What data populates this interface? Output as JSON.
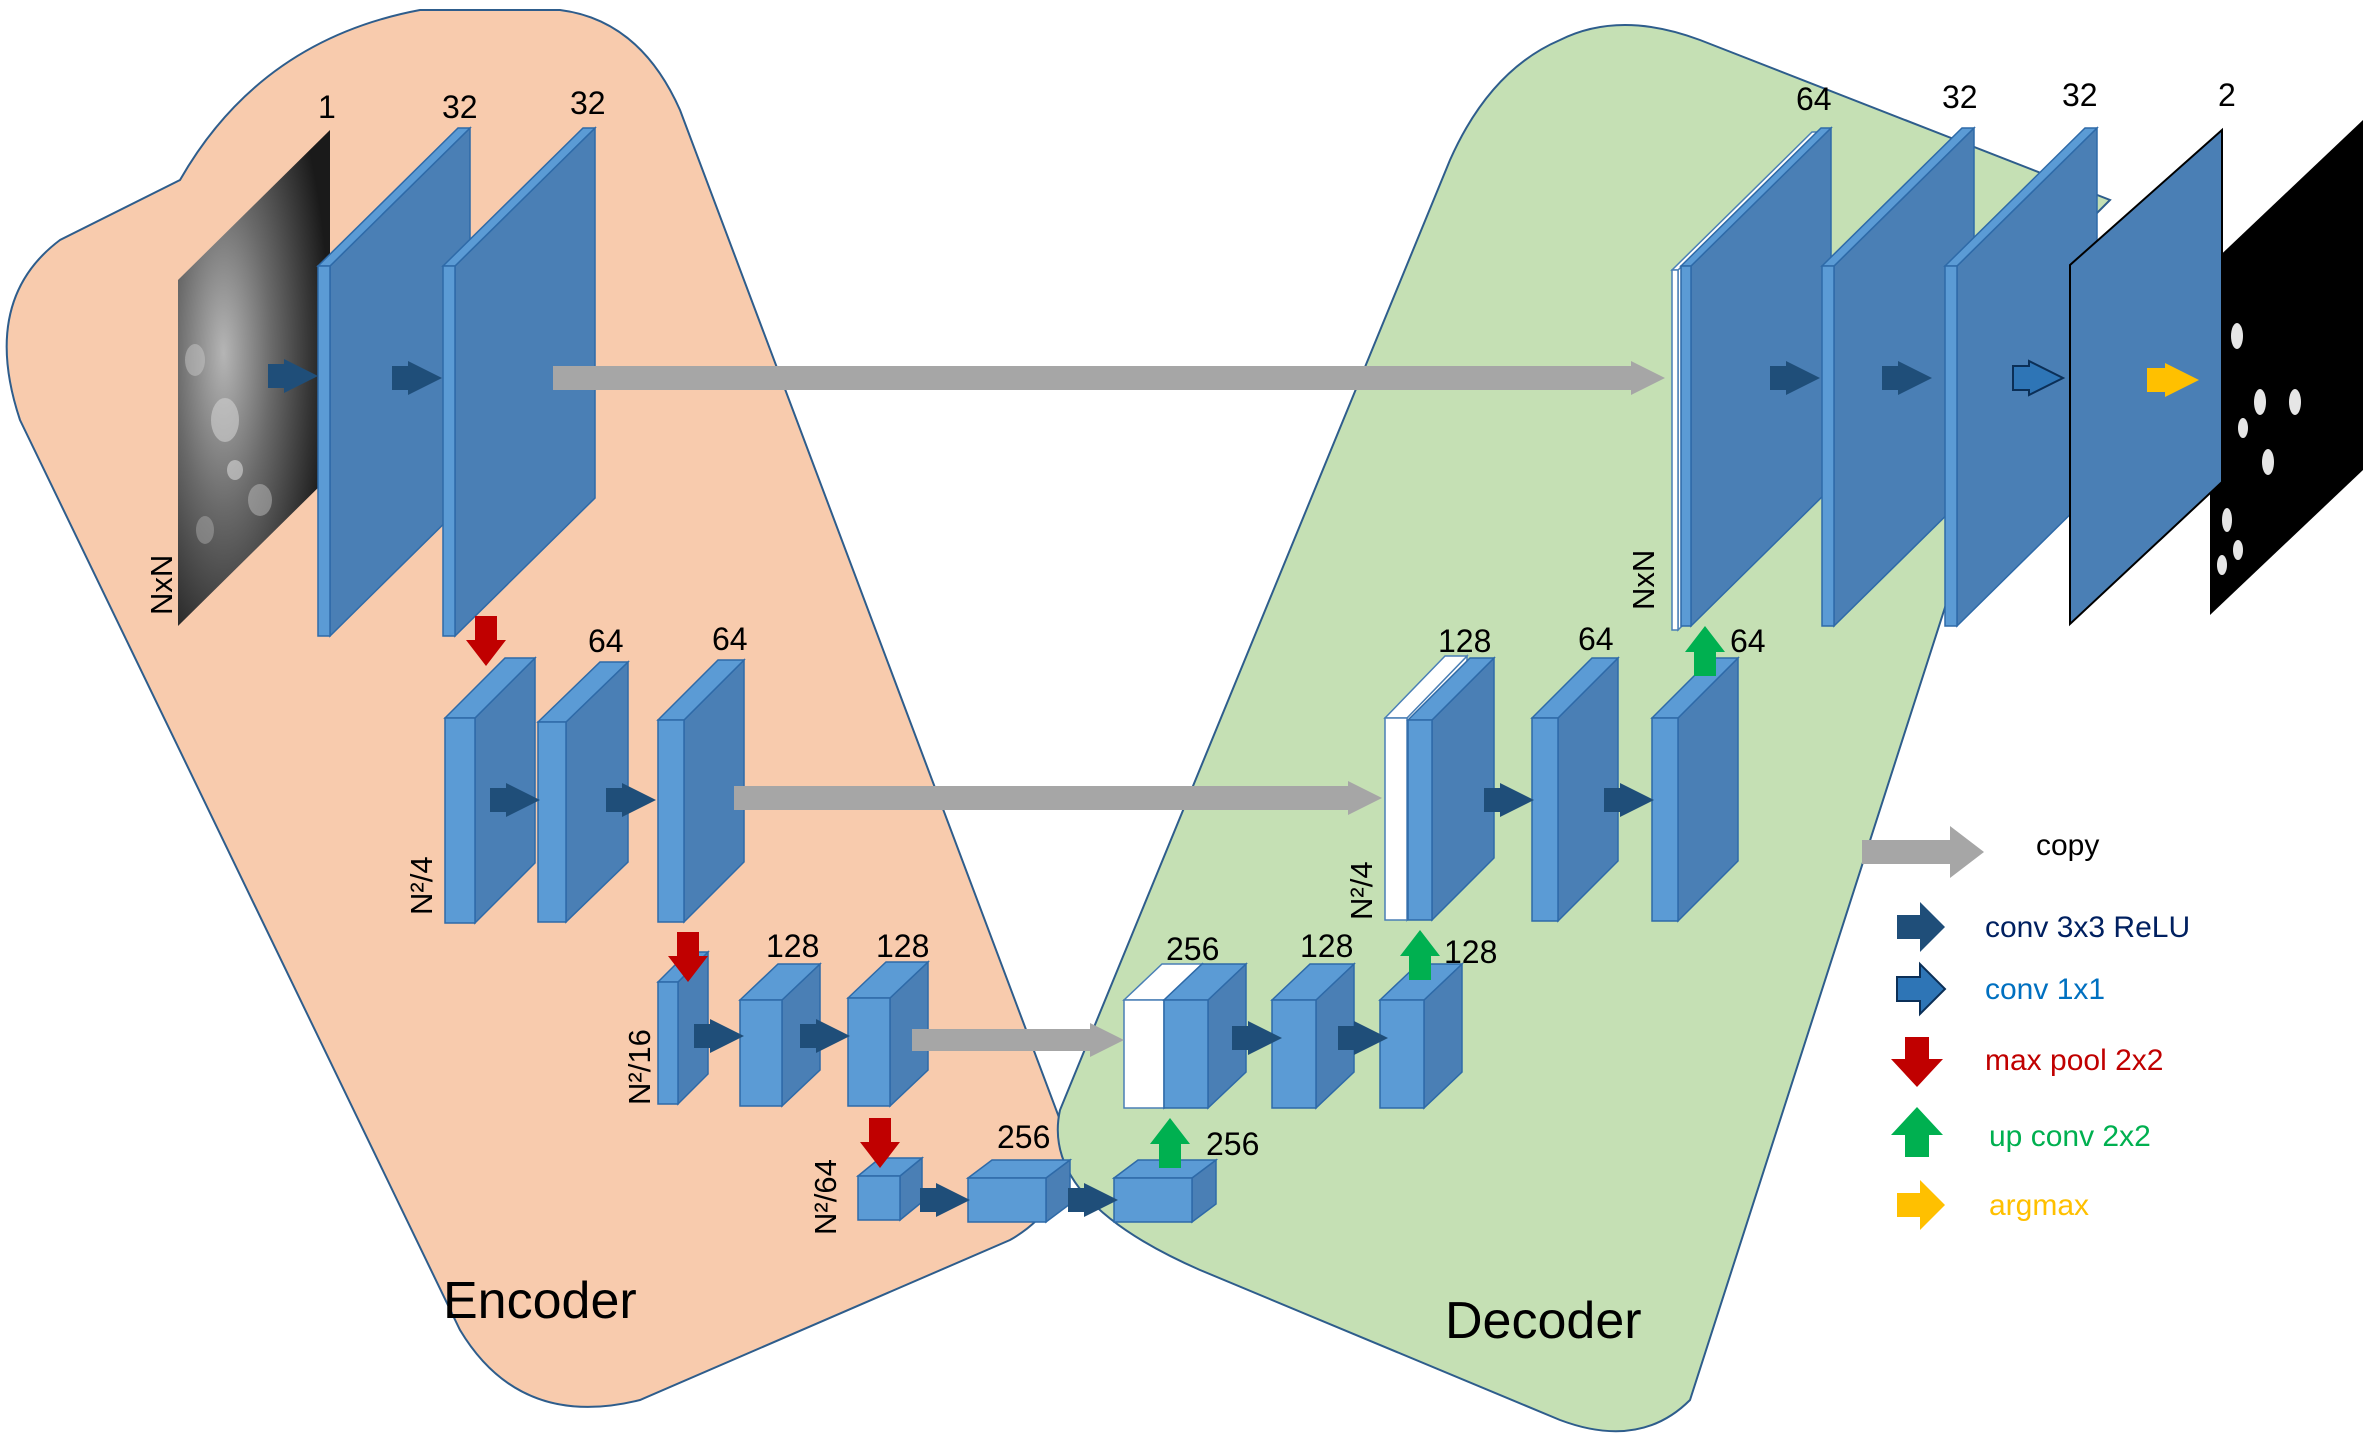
{
  "regions": {
    "encoder_label": "Encoder",
    "decoder_label": "Decoder"
  },
  "channels": {
    "input": "1",
    "enc1_a": "32",
    "enc1_b": "32",
    "enc2_a": "64",
    "enc2_b": "64",
    "enc3_a": "128",
    "enc3_b": "128",
    "bottleneck": "256",
    "up1": "256",
    "dec3_concat": "256",
    "dec3_b": "128",
    "up2": "128",
    "dec2_concat": "128",
    "dec2_b": "64",
    "up3": "64",
    "dec1_concat": "64",
    "dec1_b": "32",
    "dec1_c": "32",
    "output": "2"
  },
  "dimensions": {
    "level1_in": "NxN",
    "level2": "N²/4",
    "level3": "N²/16",
    "level4": "N²/64",
    "level2_dec": "N²/4",
    "level1_dec": "NxN"
  },
  "legend": {
    "copy": "copy",
    "conv3x3": "conv 3x3 ReLU",
    "conv1x1": "conv 1x1",
    "maxpool": "max pool 2x2",
    "upconv": "up conv 2x2",
    "argmax": "argmax"
  },
  "colors": {
    "encoder_fill": "#f8cbad",
    "decoder_fill": "#c5e0b4",
    "region_stroke": "#2e5d8c",
    "block_front": "#4a7fb5",
    "block_side": "#5b9bd5",
    "conv3x3_arrow": "#1f4e79",
    "conv1x1_arrow": "#2e75b6",
    "copy_arrow": "#a6a6a6",
    "maxpool_arrow": "#c00000",
    "upconv_arrow": "#00b050",
    "argmax_arrow": "#ffc000",
    "legend_conv3x3_text": "#002060",
    "legend_conv1x1_text": "#0070c0",
    "legend_maxpool_text": "#c00000",
    "legend_upconv_text": "#00b050",
    "legend_argmax_text": "#ffc000"
  }
}
